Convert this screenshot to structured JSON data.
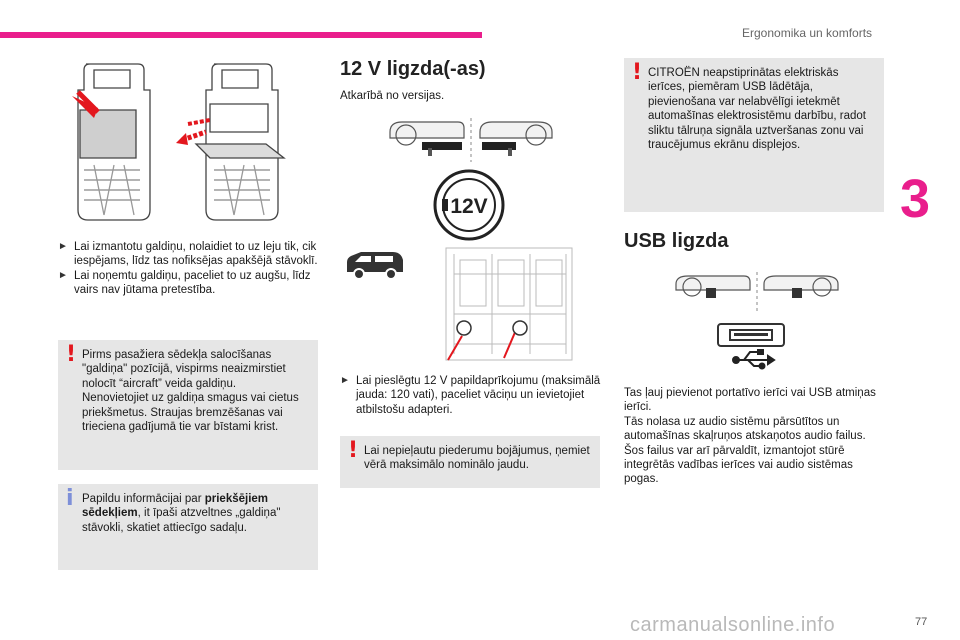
{
  "header": {
    "section_title": "Ergonomika un komforts",
    "tab_number": "3",
    "page_number": "77"
  },
  "colors": {
    "accent": "#e91e8c",
    "warning": "#e3171e",
    "info": "#7d8fd8",
    "note_bg": "#e6e6e6"
  },
  "left": {
    "bullets": [
      "Lai izmantotu galdiņu, nolaidiet to uz leju tik, cik iespējams, līdz tas nofiksējas apakšējā stāvoklī.",
      "Lai noņemtu galdiņu, paceliet to uz augšu, līdz vairs nav jūtama pretestība."
    ],
    "warning_note": "Pirms pasažiera sēdekļa salocīšanas \"galdiņa\" pozīcijā, vispirms neaizmirstiet nolocīt “aircraft” veida galdiņu.\nNenovietojiet uz galdiņa smagus vai cietus priekšmetus. Straujas bremzēšanas vai trieciena gadījumā tie var bīstami krist.",
    "info_note_pre": "Papildu informācijai par ",
    "info_note_bold": "priekšējiem sēdekļiem",
    "info_note_post": ", it īpaši atzveltnes „galdiņa\" stāvokli, skatiet attiecīgo sadaļu."
  },
  "middle": {
    "title": "12 V ligzda(-as)",
    "subtitle": "Atkarībā no versijas.",
    "socket_label": "12V",
    "bullets": [
      "Lai pieslēgtu 12 V papildaprīkojumu (maksimālā jauda: 120 vati), paceliet vāciņu un ievietojiet atbilstošu adapteri."
    ],
    "warning_note": "Lai nepieļautu piederumu bojājumus, ņemiet vērā maksimālo nominālo jaudu."
  },
  "right": {
    "warning_note": "CITROËN neapstiprinātas elektriskās ierīces, piemēram USB lādētāja, pievienošana var nelabvēlīgi ietekmēt automašīnas elektrosistēmu darbību, radot sliktu tālruņa signāla uztveršanas zonu vai traucējumus ekrānu displejos.",
    "title": "USB ligzda",
    "paragraph": "Tas ļauj pievienot portatīvo ierīci vai USB atmiņas ierīci.\nTās nolasa uz audio sistēmu pārsūtītos un automašīnas skaļruņos atskaņotos audio failus.\nŠos failus var arī pārvaldīt, izmantojot stūrē integrētās vadības ierīces vai audio sistēmas pogas."
  },
  "footer": {
    "watermark": "carmanualsonline.info"
  }
}
